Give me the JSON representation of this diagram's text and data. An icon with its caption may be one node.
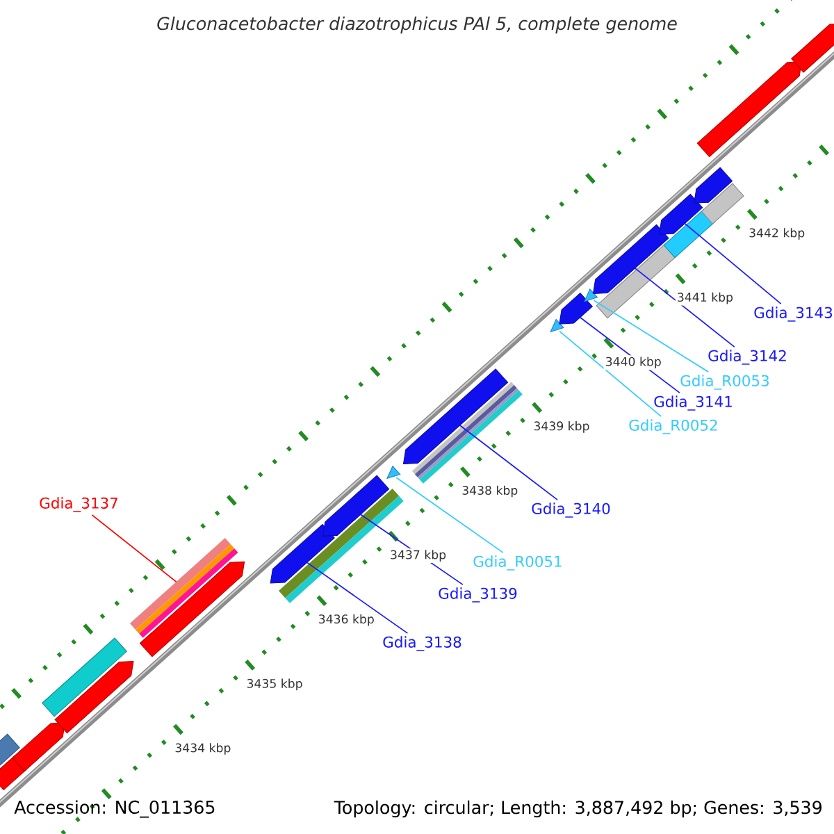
{
  "diagram": {
    "title": "Gluconacetobacter diazotrophicus PAl 5, complete genome",
    "nodes": [
      {
        "text": [
          "Gdia_3143"
        ]
      },
      {
        "text": [
          "Gdia_3142"
        ]
      },
      {
        "text": [
          "Gdia_R0053"
        ]
      },
      {
        "text": [
          "Gdia_3141"
        ]
      },
      {
        "text": [
          "Gdia_R0052"
        ]
      },
      {
        "text": [
          "Gdia_3137"
        ]
      },
      {
        "text": [
          "Gdia_3140"
        ]
      },
      {
        "text": [
          "Gdia_R0051"
        ]
      },
      {
        "text": [
          "Gdia_3139"
        ]
      },
      {
        "text": [
          "Gdia_3138"
        ]
      },
      {
        "text": [],
        "shape": "bar"
      },
      {
        "text": [],
        "shape": "arrow"
      },
      {
        "text": [],
        "shape": "arrow"
      },
      {
        "text": [],
        "shape": "bar"
      },
      {
        "text": [],
        "shape": "arrow"
      },
      {
        "text": [],
        "shape": "bar"
      },
      {
        "text": [],
        "shape": "arrow"
      },
      {
        "text": [],
        "shape": "arrow"
      },
      {
        "text": [],
        "shape": "bar"
      },
      {
        "text": [],
        "shape": "arrow"
      },
      {
        "text": [],
        "shape": "triangle"
      },
      {
        "text": [],
        "shape": "arrow"
      },
      {
        "text": [],
        "shape": "bar"
      },
      {
        "text": [],
        "shape": "triangle"
      },
      {
        "text": [],
        "shape": "arrow"
      },
      {
        "text": [],
        "shape": "triangle"
      },
      {
        "text": [],
        "shape": "arrow"
      },
      {
        "text": [],
        "shape": "bar"
      },
      {
        "text": [],
        "shape": "arrow"
      },
      {
        "text": [],
        "shape": "bar"
      },
      {
        "text": [],
        "shape": "arrow"
      },
      {
        "text": [],
        "shape": "bar"
      },
      {
        "text": [],
        "shape": "arrow"
      },
      {
        "text": [],
        "shape": "arrow"
      }
    ],
    "edges": [
      {
        "from": 0,
        "to": 28,
        "arrow": "none"
      },
      {
        "from": 1,
        "to": 26,
        "arrow": "none"
      },
      {
        "from": 2,
        "to": 25,
        "arrow": "none",
        "color": "#33ccff"
      },
      {
        "from": 3,
        "to": 24,
        "arrow": "none"
      },
      {
        "from": 4,
        "to": 23,
        "arrow": "none",
        "color": "#33ccff"
      },
      {
        "from": 5,
        "to": 15,
        "arrow": "none",
        "color": "#ff0000"
      },
      {
        "from": 6,
        "to": 21,
        "arrow": "none"
      },
      {
        "from": 7,
        "to": 20,
        "arrow": "none",
        "color": "#33ccff"
      },
      {
        "from": 8,
        "to": 19,
        "arrow": "none"
      },
      {
        "from": 9,
        "to": 17,
        "arrow": "none"
      }
    ],
    "labels": [
      "3442 kbp",
      "3441 kbp",
      "3440 kbp",
      "3439 kbp",
      "3438 kbp",
      "3437 kbp",
      "3436 kbp",
      "3435 kbp",
      "3434 kbp",
      "Accession: NC_011365",
      "Topology: circular; Length: 3,887,492 bp; Genes: 3,539"
    ]
  }
}
